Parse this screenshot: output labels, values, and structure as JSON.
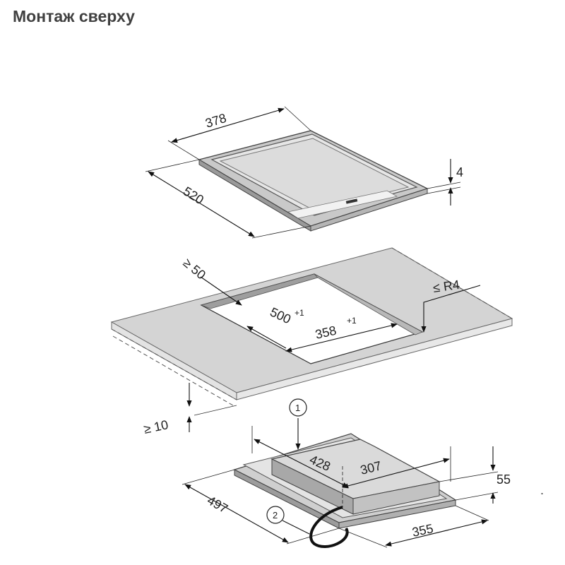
{
  "title": "Монтаж сверху",
  "hob": {
    "width": "378",
    "depth": "520",
    "thickness": "4"
  },
  "worktop": {
    "edge_distance": "≥ 50",
    "radius": "≤ R4",
    "cutout_depth": "500",
    "cutout_depth_tol": "+1",
    "cutout_width": "358",
    "cutout_width_tol": "+1",
    "thickness_min": "≥ 10"
  },
  "housing": {
    "callout_1": "1",
    "callout_2": "2",
    "depth_inner": "428",
    "width_inner": "307",
    "height": "55",
    "depth_outer": "497",
    "width_outer": "355"
  },
  "stray_mark": "."
}
